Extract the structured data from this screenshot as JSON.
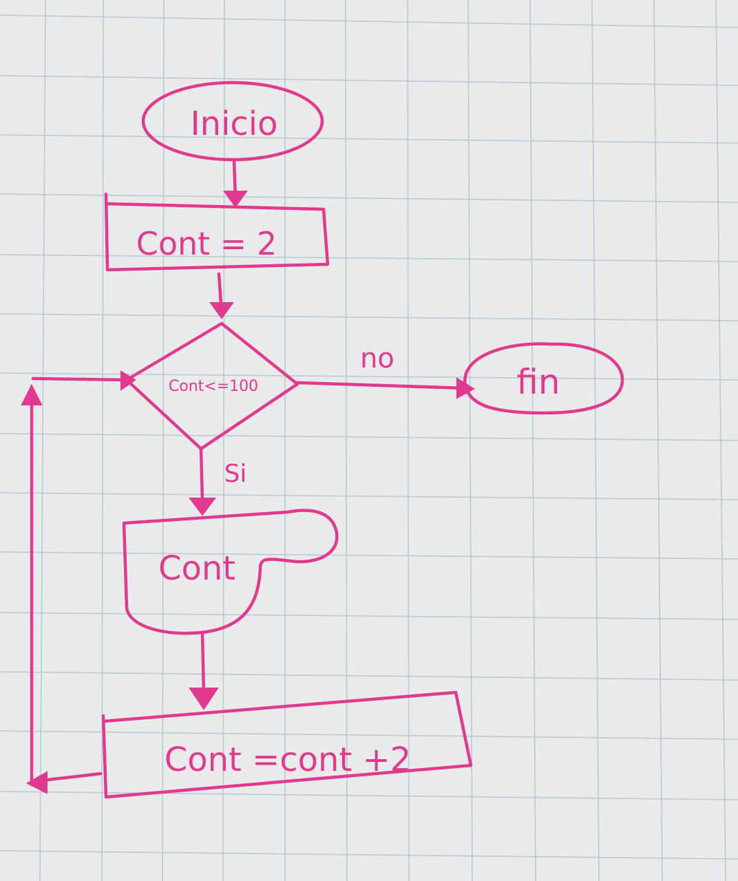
{
  "diagram": {
    "ink_color": "#e0398f",
    "paper_color": "#e9ebea",
    "grid_color": "#b7cad8",
    "nodes": {
      "start": {
        "label": "Inicio",
        "shape": "terminal"
      },
      "init": {
        "label": "Cont = 2",
        "shape": "process"
      },
      "decision": {
        "label": "Cont<=100",
        "shape": "decision"
      },
      "end": {
        "label": "fin",
        "shape": "terminal"
      },
      "output": {
        "label": "Cont",
        "shape": "display"
      },
      "increment": {
        "label": "Cont =cont +2",
        "shape": "process"
      }
    },
    "edges": {
      "no_label": "no",
      "yes_label": "Si"
    }
  }
}
